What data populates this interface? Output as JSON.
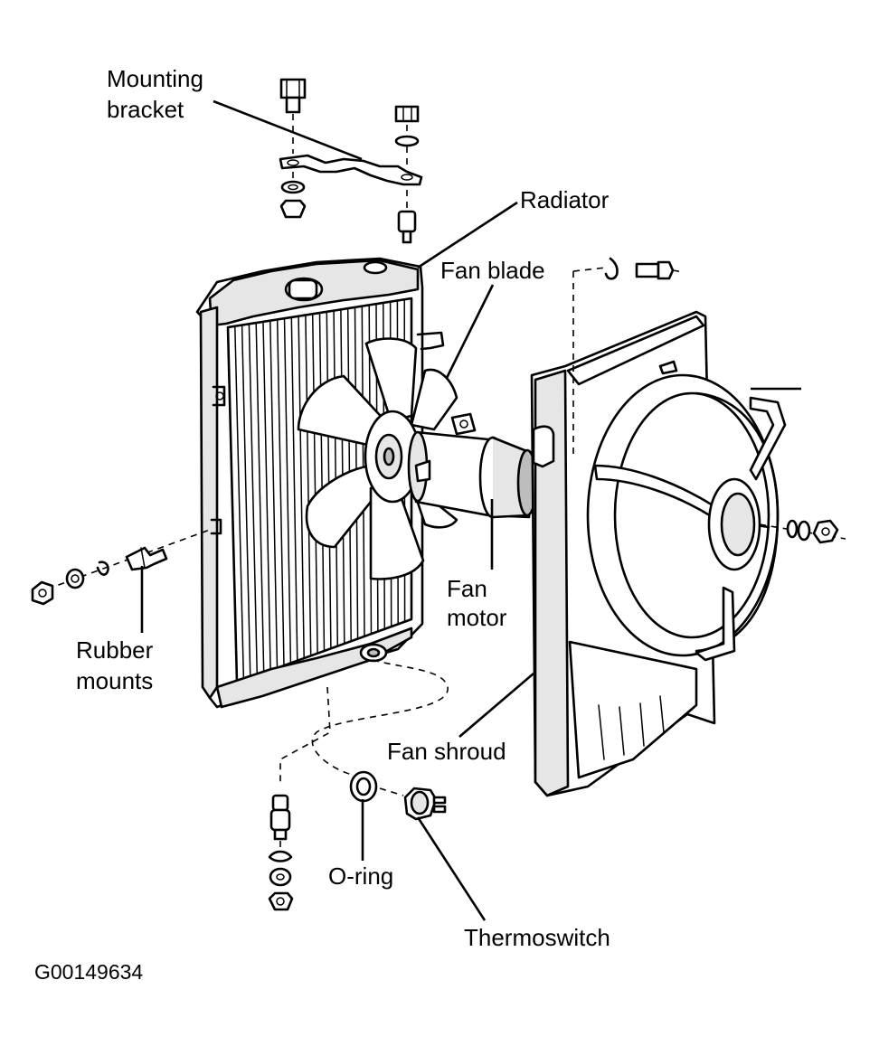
{
  "labels": {
    "mounting_bracket_line1": "Mounting",
    "mounting_bracket_line2": "bracket",
    "radiator": "Radiator",
    "fan_blade": "Fan blade",
    "fan_motor_line1": "Fan",
    "fan_motor_line2": "motor",
    "rubber_mounts_line1": "Rubber",
    "rubber_mounts_line2": "mounts",
    "fan_shroud": "Fan shroud",
    "o_ring": "O-ring",
    "thermoswitch": "Thermoswitch"
  },
  "figure_code": "G00149634"
}
